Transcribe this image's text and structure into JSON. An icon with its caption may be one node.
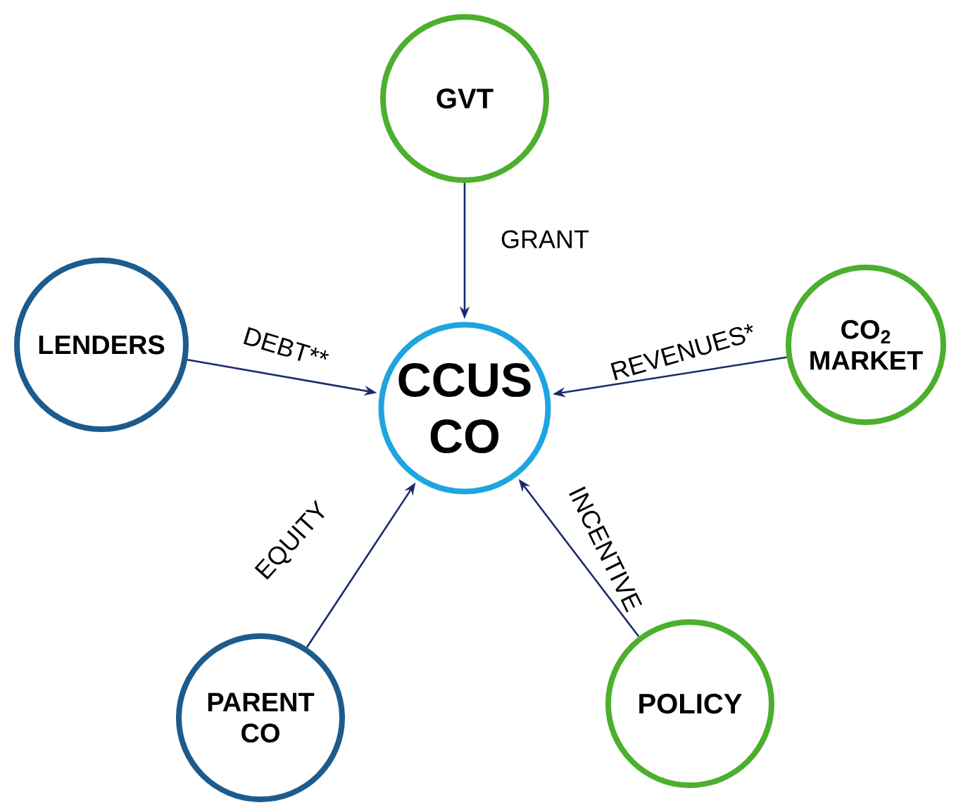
{
  "diagram": {
    "nodes": [
      {
        "text": [
          "GVT"
        ]
      },
      {
        "text": [
          "LENDERS"
        ]
      },
      {
        "text": [
          "CCUS CO"
        ]
      },
      {
        "text": [
          "CO$_{2}$ MARKET"
        ]
      },
      {
        "text": [
          "PARENT CO"
        ]
      },
      {
        "text": [
          "POLICY"
        ]
      }
    ],
    "edges": [
      {
        "from": 0,
        "to": 2,
        "arrow": "to",
        "label": "GRANT"
      },
      {
        "from": 1,
        "to": 2,
        "arrow": "to",
        "label": "DEBT**"
      },
      {
        "from": 3,
        "to": 2,
        "arrow": "to",
        "label": "REVENUES*"
      },
      {
        "from": 4,
        "to": 2,
        "arrow": "to",
        "label": "EQUITY"
      },
      {
        "from": 5,
        "to": 2,
        "arrow": "to",
        "label": "INCENTIVE"
      }
    ]
  }
}
